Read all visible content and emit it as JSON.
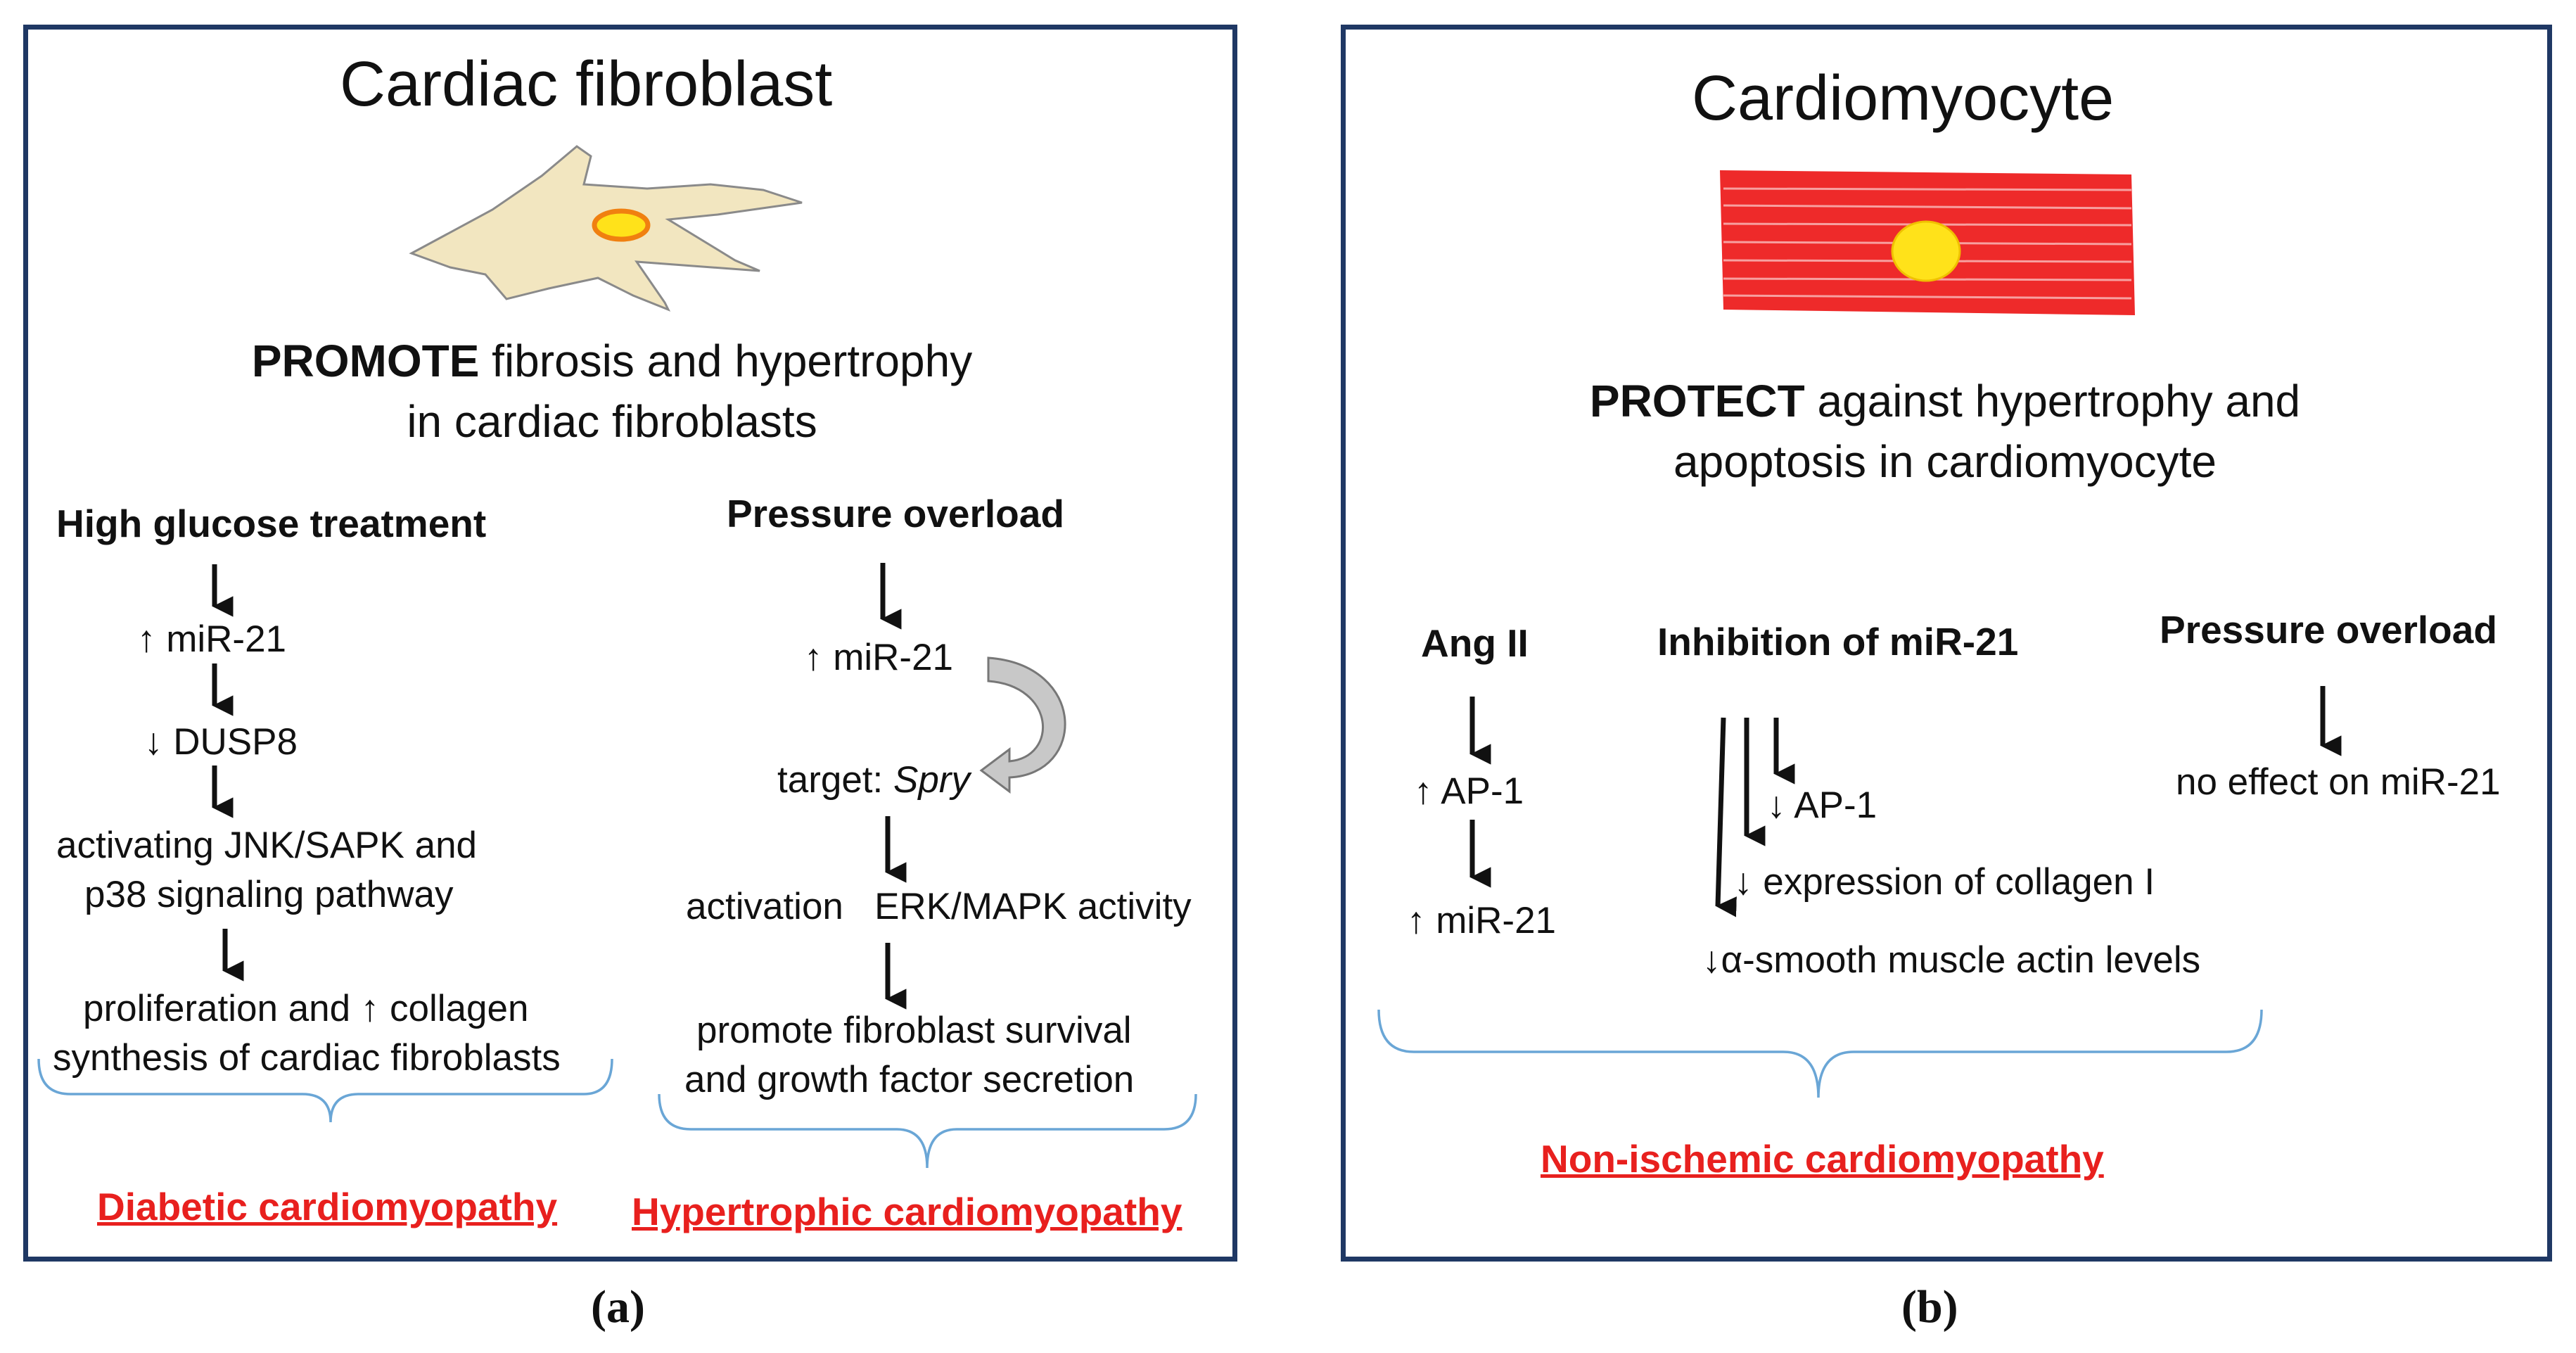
{
  "panel_a": {
    "title": "Cardiac fibroblast",
    "headline_bold": "PROMOTE",
    "headline_rest": " fibrosis and hypertrophy",
    "headline_line2": "in cardiac fibroblasts",
    "left": {
      "heading": "High glucose treatment",
      "step1": "↑ miR-21",
      "step2": "↓ DUSP8",
      "step3a": "activating JNK/SAPK and",
      "step3b": "p38 signaling pathway",
      "step4a": "proliferation and ↑ collagen",
      "step4b": "synthesis of cardiac fibroblasts",
      "disease": "Diabetic cardiomyopathy"
    },
    "right": {
      "heading": "Pressure overload",
      "step1": "↑ miR-21",
      "target_prefix": "target: ",
      "target_gene": "Spry",
      "step3": "activation   ERK/MAPK activity",
      "step4a": "promote fibroblast survival",
      "step4b": "and growth factor secretion",
      "disease": "Hypertrophic cardiomyopathy"
    },
    "caption": "(a)"
  },
  "panel_b": {
    "title": "Cardiomyocyte",
    "headline_bold": "PROTECT",
    "headline_rest": " against hypertrophy and",
    "headline_line2": "apoptosis in cardiomyocyte",
    "col1": {
      "heading": "Ang II",
      "step1": "↑ AP-1",
      "step2": "↑ miR-21"
    },
    "col2": {
      "heading": "Inhibition of miR-21",
      "effect1": "↓ AP-1",
      "effect2": "↓ expression of collagen I",
      "effect3": "↓α-smooth muscle actin levels"
    },
    "col3": {
      "heading": "Pressure overload",
      "effect": "no effect on miR-21"
    },
    "disease": "Non-ischemic cardiomyopathy",
    "caption": "(b)"
  },
  "colors": {
    "border": "#1f3864",
    "disease_text": "#e8201e",
    "brace": "#6aa6d6",
    "fibroblast_fill": "#f2e6c0",
    "cardiomyocyte_fill": "#ee2a2a",
    "nucleus_fill": "#ffe21a"
  }
}
